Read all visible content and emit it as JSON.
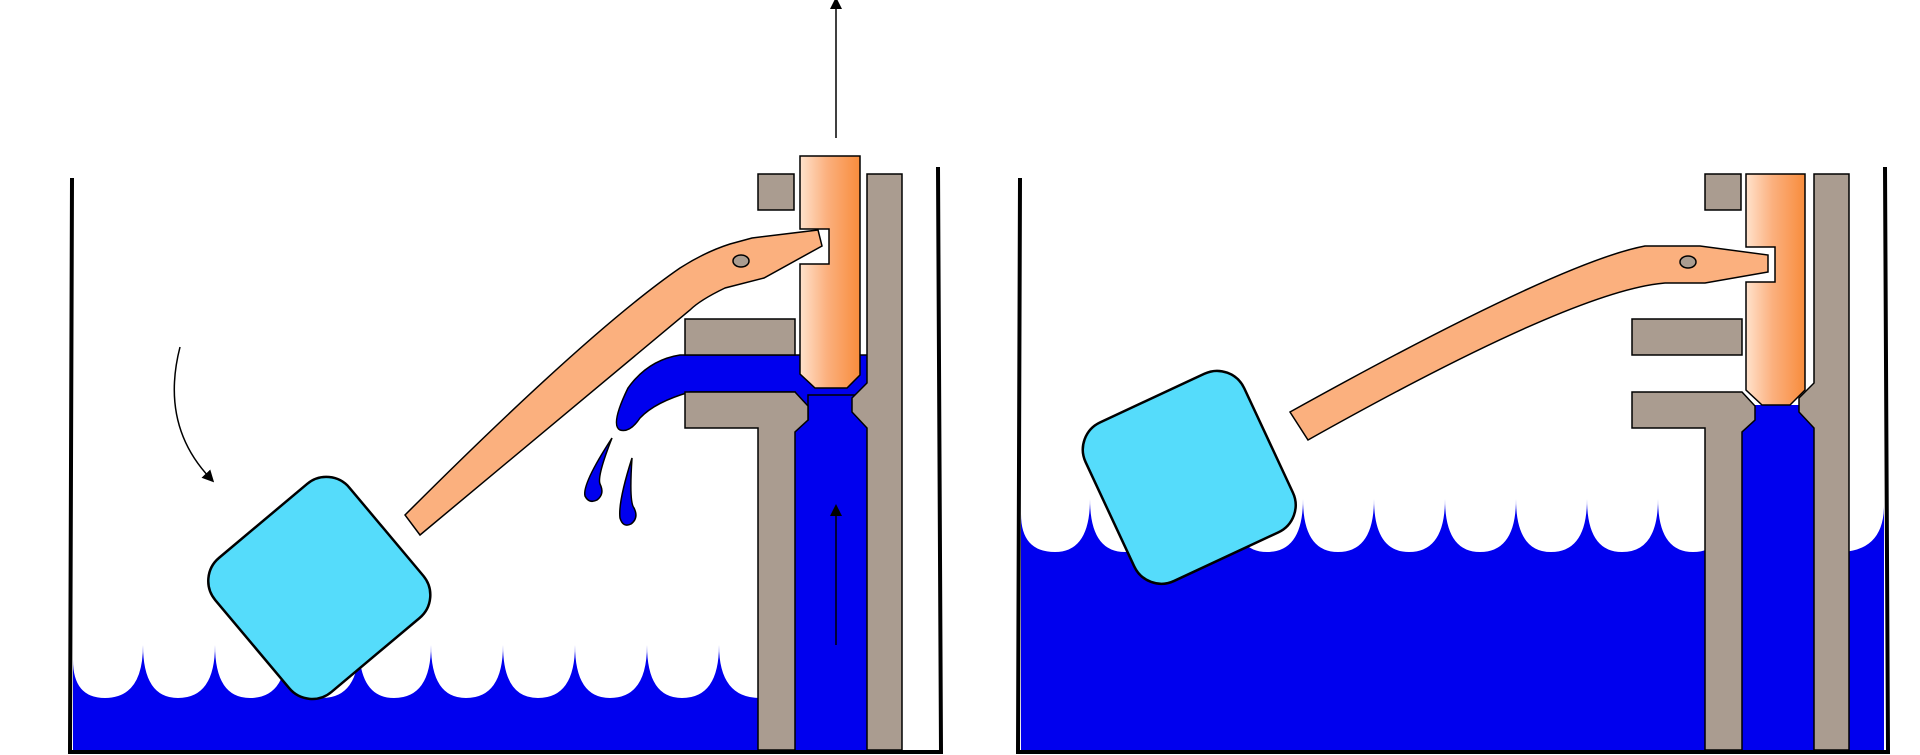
{
  "diagram": {
    "panels": [
      {
        "id": "valve-open",
        "state": "open",
        "water_level": "low",
        "float_position": "down"
      },
      {
        "id": "valve-closed",
        "state": "closed",
        "water_level": "high",
        "float_position": "up"
      }
    ],
    "colors": {
      "water": "#0000ee",
      "float": "#55dcfb",
      "lever": "#fbb07e",
      "valve_plunger_light": "#ffe2cc",
      "valve_plunger_dark": "#f88c3c",
      "valve_body": "#aa9c90",
      "outline": "#000000",
      "background": "#ffffff"
    }
  }
}
